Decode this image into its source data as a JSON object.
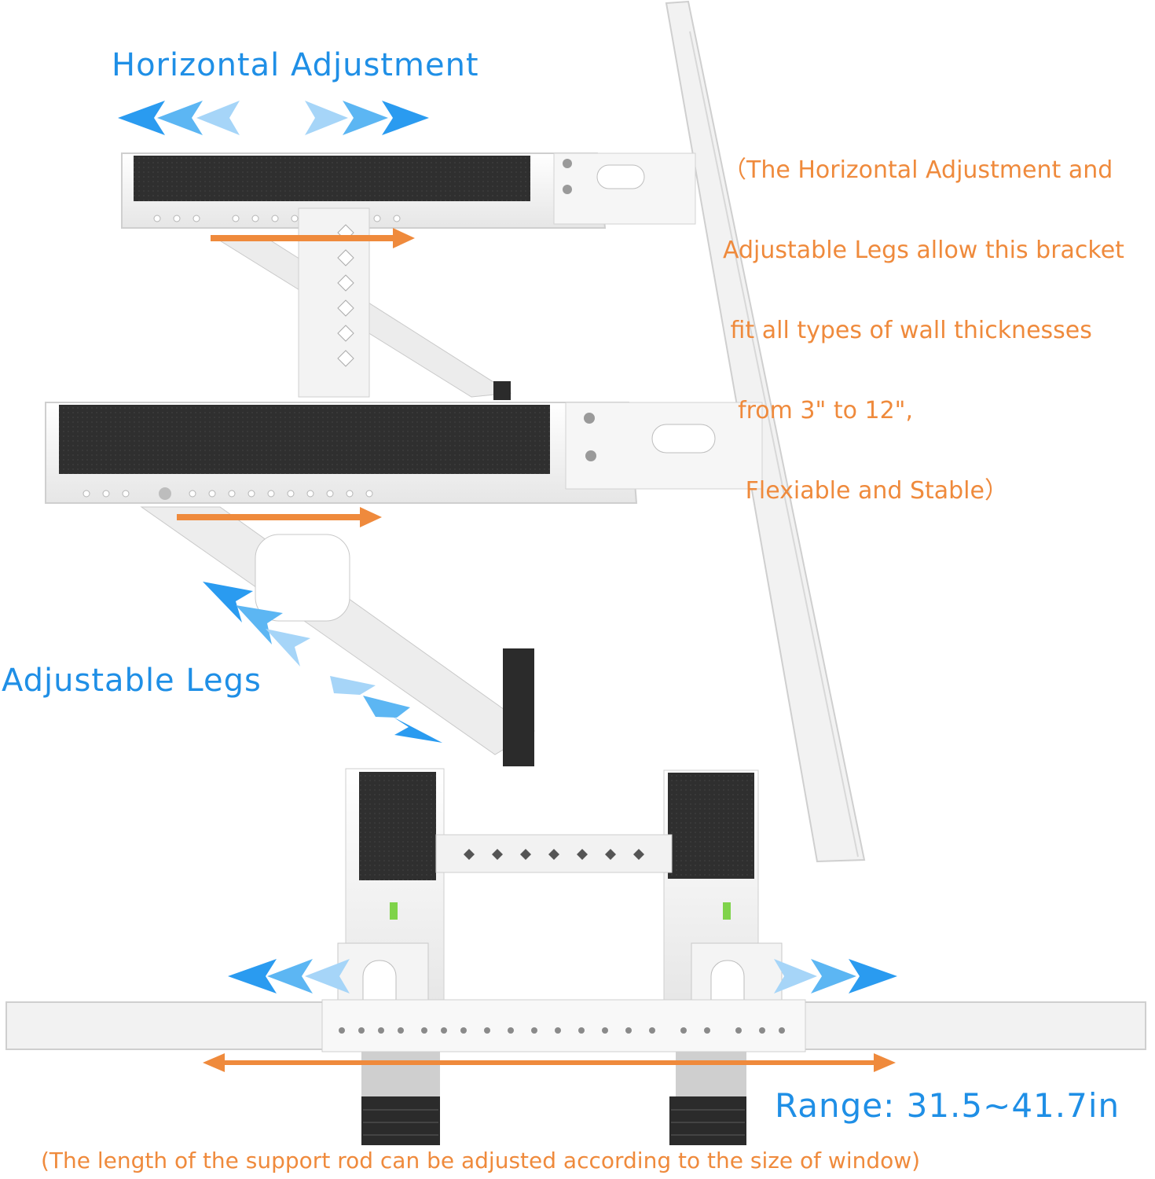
{
  "labels": {
    "horizontal_adjustment": "Horizontal Adjustment",
    "adjustable_legs": "Adjustable Legs",
    "range": "Range: 31.5~41.7in"
  },
  "notes": {
    "wall_note_lines": [
      "（The Horizontal Adjustment and",
      "Adjustable Legs allow this bracket",
      " fit all types of wall thicknesses",
      "  from 3\" to 12\",",
      "   Flexiable and Stable）"
    ],
    "rod_note": "(The length of the support rod can be adjusted according to the size of window)"
  },
  "colors": {
    "accent_blue": "#1f8fe6",
    "accent_orange": "#ef8a3c",
    "bracket_white": "#f4f4f4",
    "pad_black": "#2b2b2b"
  }
}
